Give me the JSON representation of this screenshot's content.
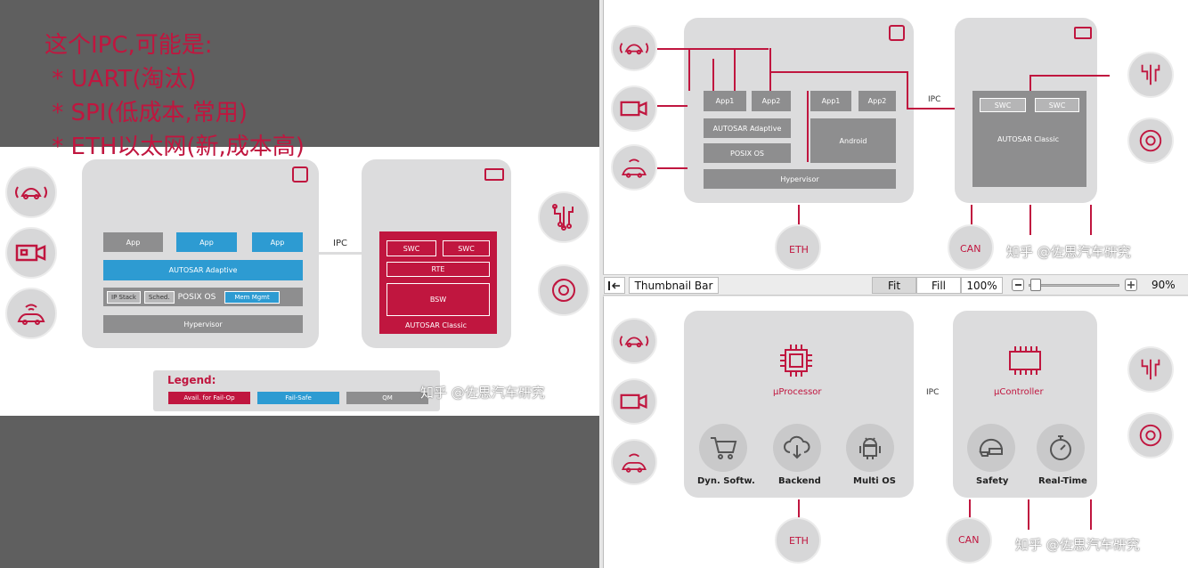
{
  "note": {
    "line1": "这个IPC,可能是:",
    "line2": " * UART(淘汰)",
    "line3": " * SPI(低成本,常用)",
    "line4": " * ETH以太网(新,成本高)"
  },
  "left": {
    "app1": "App",
    "app2": "App",
    "app3": "App",
    "adaptive": "AUTOSAR Adaptive",
    "ipstack": "IP Stack",
    "sched": "Sched.",
    "posix": "POSIX OS",
    "memmgmt": "Mem Mgmt",
    "hypervisor": "Hypervisor",
    "ipc": "IPC",
    "swc1": "SWC",
    "swc2": "SWC",
    "rte": "RTE",
    "bsw": "BSW",
    "classic": "AUTOSAR Classic",
    "legend_title": "Legend:",
    "legend_failop": "Avail. for Fail-Op",
    "legend_failsafe": "Fail-Safe",
    "legend_qm": "QM",
    "watermark": "知乎 @佐思汽车研究"
  },
  "topright": {
    "app1": "App1",
    "app2": "App2",
    "app3": "App1",
    "app4": "App2",
    "adaptive": "AUTOSAR Adaptive",
    "posix": "POSIX OS",
    "android": "Android",
    "hypervisor": "Hypervisor",
    "ipc": "IPC",
    "swc1": "SWC",
    "swc2": "SWC",
    "classic": "AUTOSAR Classic",
    "eth": "ETH",
    "can": "CAN",
    "watermark": "知乎 @佐思汽车研究"
  },
  "toolbar": {
    "thumb_label": "Thumbnail Bar",
    "fit": "Fit",
    "fill": "Fill",
    "pct100": "100%",
    "zoom": "90%",
    "zoom_level": 0.05
  },
  "bottomright": {
    "uprocessor": "µProcessor",
    "ucontroller": "µController",
    "ipc": "IPC",
    "dyn": "Dyn. Softw.",
    "backend": "Backend",
    "multios": "Multi OS",
    "safety": "Safety",
    "realtime": "Real-Time",
    "eth": "ETH",
    "can": "CAN",
    "watermark": "知乎 @佐思汽车研究"
  },
  "colors": {
    "accent": "#c0163f",
    "blue": "#2d9bd2",
    "gray": "#8e8e8f",
    "panel": "#5f5f5f"
  },
  "icons": [
    "car-sensor-icon",
    "camera-icon",
    "car-wireless-icon",
    "chip-icon",
    "microcontroller-icon",
    "circuit-icon",
    "brake-disc-icon",
    "cart-icon",
    "cloud-icon",
    "android-icon",
    "helmet-icon",
    "stopwatch-icon"
  ]
}
